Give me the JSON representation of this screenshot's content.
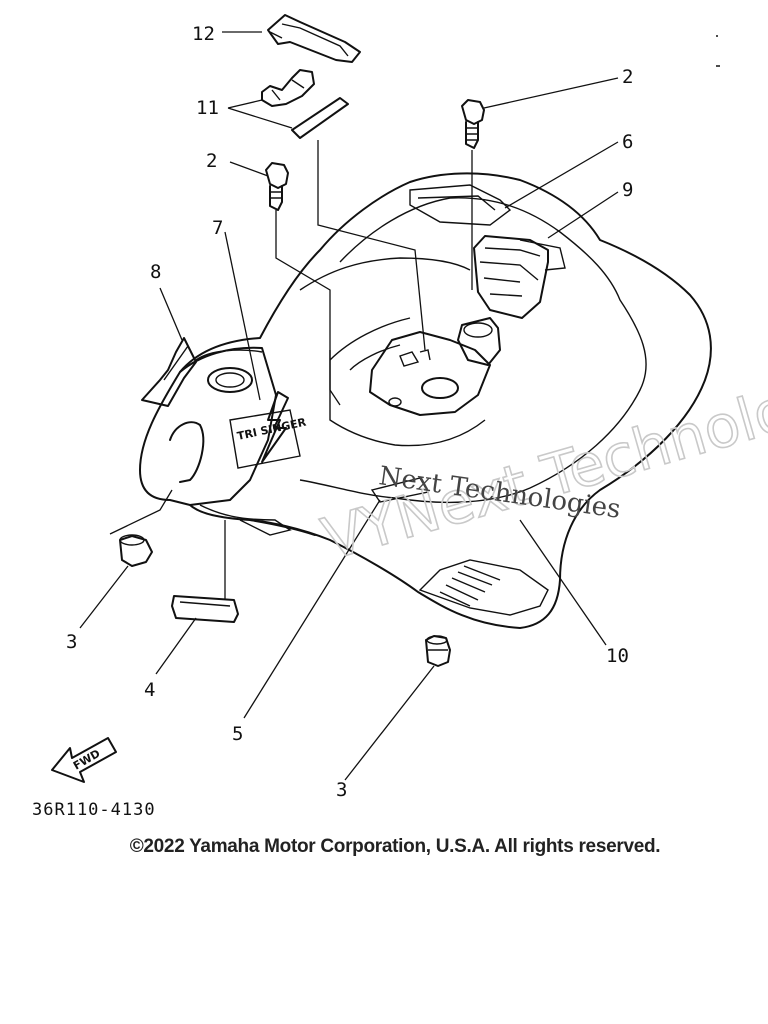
{
  "callouts": {
    "c12": "12",
    "c11": "11",
    "c2a": "2",
    "c2b": "2",
    "c6": "6",
    "c9": "9",
    "c7": "7",
    "c8": "8",
    "c3a": "3",
    "c4": "4",
    "c5": "5",
    "c10": "10",
    "c3b": "3"
  },
  "fwd_label": "FWD",
  "decal_text": "TRI SINGER",
  "watermark": {
    "outline": "VYNext Technologies",
    "ghost_text": "Next Technologies"
  },
  "part_code": "36R110-4130",
  "copyright": "©2022 Yamaha Motor Corporation, U.S.A. All rights reserved."
}
